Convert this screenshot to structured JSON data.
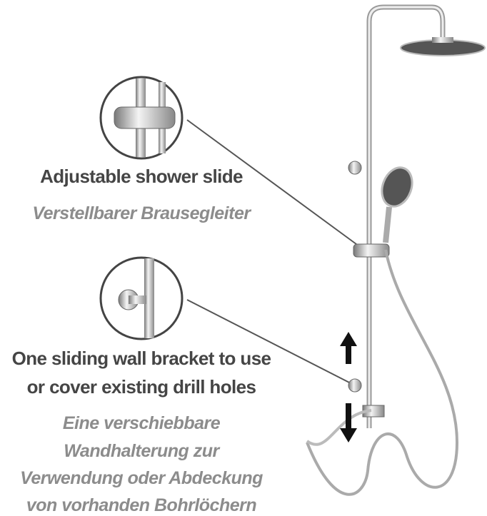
{
  "features": [
    {
      "title": "Adjustable shower slide",
      "subtitle": [
        "Verstellbarer Brausegleiter"
      ]
    },
    {
      "title_lines": [
        "One sliding wall bracket to use",
        "or cover existing drill holes"
      ],
      "subtitle": [
        "Eine verschiebbare",
        "Wandhalterung zur",
        "Verwendung oder Abdeckung",
        "von vorhanden Bohrlöchern"
      ]
    }
  ],
  "colors": {
    "title": "#454545",
    "subtitle": "#8c8c8c",
    "chrome": "#b8b8b8"
  }
}
